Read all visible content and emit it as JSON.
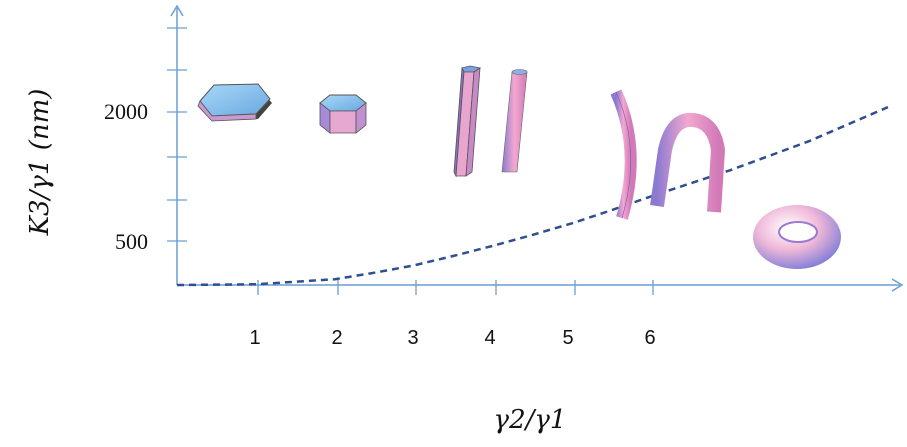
{
  "chart_data": {
    "type": "line",
    "xlabel": "γ2/γ1",
    "ylabel": "K3/γ1 (nm)",
    "x_tick_labels": [
      "1",
      "2",
      "3",
      "4",
      "5",
      "6"
    ],
    "y_tick_labels": [
      "500",
      "2000"
    ],
    "series": [
      {
        "style": "dashed",
        "color": "#2f4f8f",
        "x": [
          0,
          1,
          2,
          2.5,
          3,
          3.5,
          4,
          4.5,
          5,
          5.5,
          6,
          7,
          8,
          9
        ],
        "y": [
          0,
          10,
          80,
          170,
          270,
          400,
          540,
          690,
          850,
          1030,
          1220,
          1580,
          1980,
          2450
        ]
      }
    ],
    "shape_icons": [
      "hexagonal-plate-icon",
      "hexagonal-prism-icon",
      "hexagonal-rod-icon",
      "cylinder-rod-icon",
      "bent-rod-icon",
      "u-tube-icon",
      "torus-icon"
    ],
    "colors": {
      "axis": "#6a9fd4",
      "curve": "#2f4f8f",
      "shape_fill": "#c7a0d8"
    }
  }
}
